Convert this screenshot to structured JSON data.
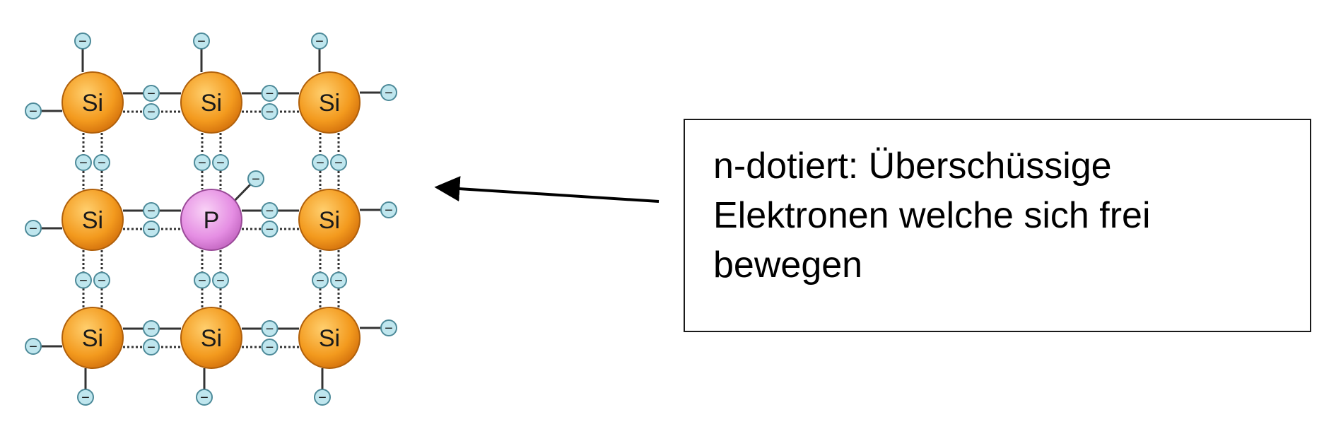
{
  "lattice": {
    "rows": [
      [
        "Si",
        "Si",
        "Si"
      ],
      [
        "Si",
        "P",
        "Si"
      ],
      [
        "Si",
        "Si",
        "Si"
      ]
    ],
    "dopant_symbol": "P",
    "electron_symbol": "−"
  },
  "callout": {
    "text": "n-dotiert: Überschüssige Elektronen welche sich frei bewegen"
  },
  "colors": {
    "silicon_atom": "#f39a1e",
    "dopant_atom": "#e58ee3",
    "electron": "#bfe6ee",
    "electron_stroke": "#4d8a99",
    "bond": "#333333"
  }
}
